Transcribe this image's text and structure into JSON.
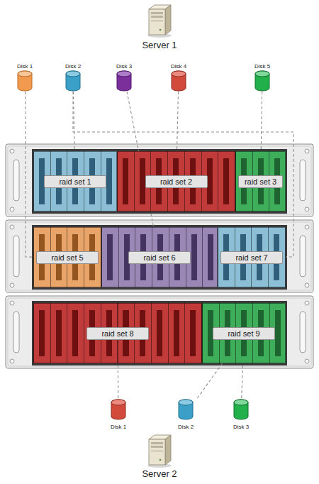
{
  "diagram": {
    "nodes": [
      {
        "text": [
          "Server 1"
        ]
      },
      {
        "text": [
          "Disk 1"
        ]
      },
      {
        "text": [
          "Disk 2"
        ]
      },
      {
        "text": [
          "Disk 3"
        ]
      },
      {
        "text": [
          "Disk 4"
        ]
      },
      {
        "text": [
          "Disk 5"
        ]
      },
      {
        "text": [
          "raid set 1"
        ]
      },
      {
        "text": [
          "raid set 2"
        ]
      },
      {
        "text": [
          "raid set 3"
        ]
      },
      {
        "text": [
          "raid set 5"
        ]
      },
      {
        "text": [
          "raid set 6"
        ]
      },
      {
        "text": [
          "raid set 7"
        ]
      },
      {
        "text": [
          "raid set 8"
        ]
      },
      {
        "text": [
          "raid set 9"
        ]
      },
      {
        "text": [
          "Disk 1"
        ]
      },
      {
        "text": [
          "Disk 2"
        ]
      },
      {
        "text": [
          "Disk 3"
        ]
      },
      {
        "text": [
          "Server 2"
        ]
      }
    ],
    "edges": [
      {
        "from": 1,
        "to": 9,
        "arrow": "none"
      },
      {
        "from": 2,
        "to": 6,
        "arrow": "none"
      },
      {
        "from": 2,
        "to": 11,
        "arrow": "none"
      },
      {
        "from": 3,
        "to": 10,
        "arrow": "none"
      },
      {
        "from": 4,
        "to": 7,
        "arrow": "none"
      },
      {
        "from": 5,
        "to": 8,
        "arrow": "none"
      },
      {
        "from": 14,
        "to": 12,
        "arrow": "none"
      },
      {
        "from": 15,
        "to": 13,
        "arrow": "none"
      },
      {
        "from": 16,
        "to": 13,
        "arrow": "none"
      }
    ]
  }
}
